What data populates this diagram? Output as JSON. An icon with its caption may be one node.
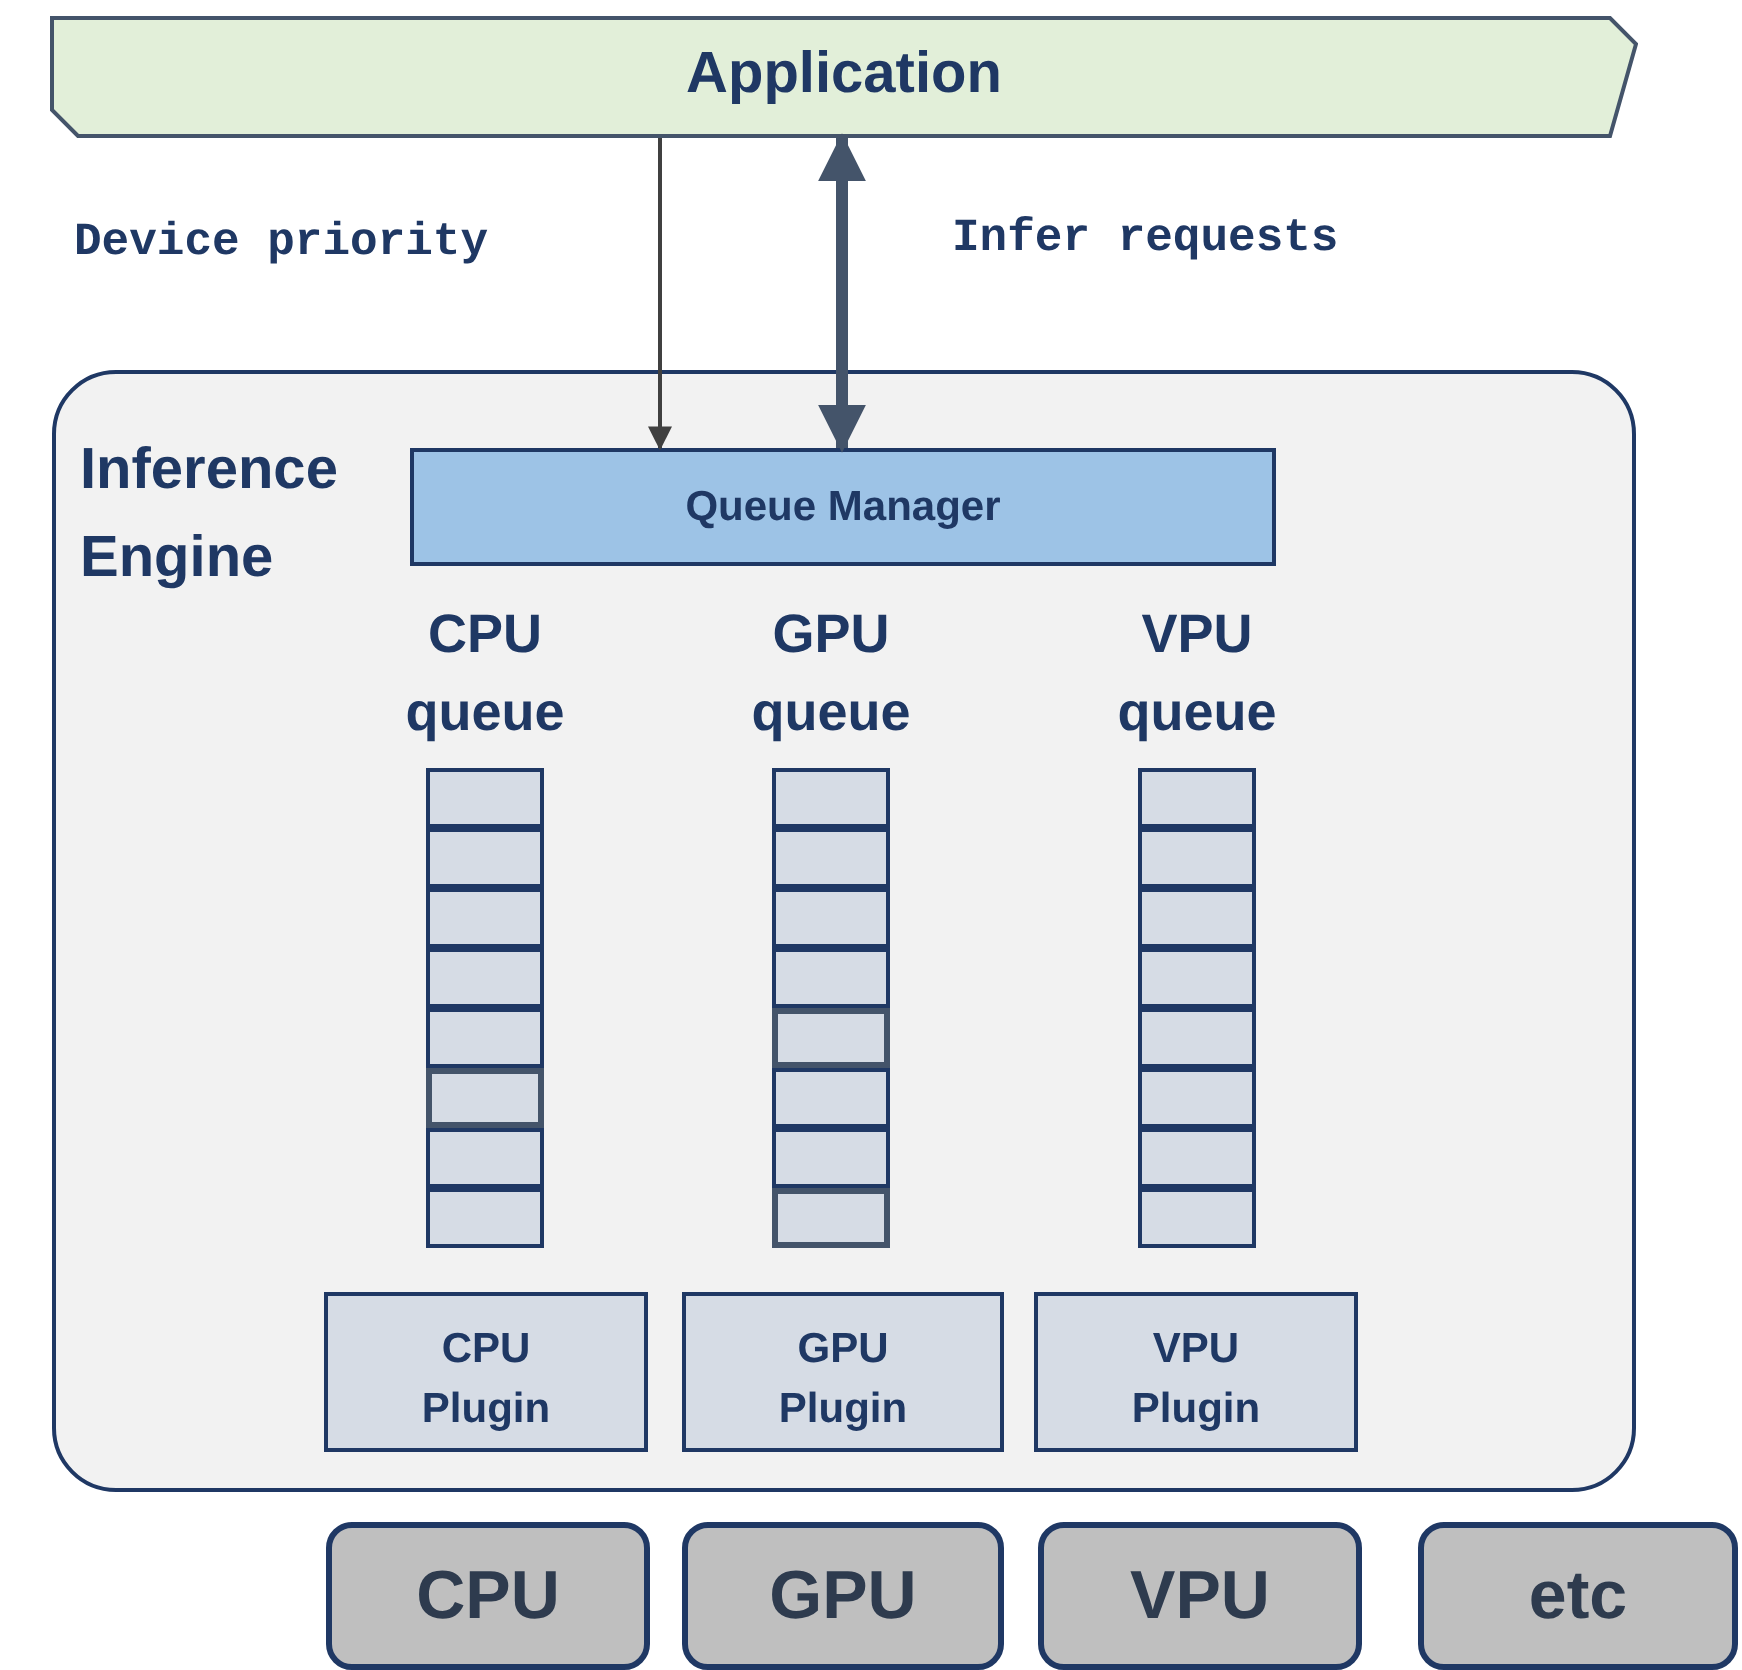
{
  "diagram": {
    "nodes": [
      {
        "text": [
          "Application"
        ]
      },
      {
        "text": [
          "Inference Engine"
        ]
      },
      {
        "text": [
          "Queue Manager"
        ],
        "in": 1
      },
      {
        "text": [
          "CPU queue"
        ],
        "in": 1
      },
      {
        "text": [
          "GPU queue"
        ],
        "in": 1
      },
      {
        "text": [
          "VPU queue"
        ],
        "in": 1
      },
      {
        "text": [
          "CPU Plugin"
        ],
        "in": 1
      },
      {
        "text": [
          "GPU Plugin"
        ],
        "in": 1
      },
      {
        "text": [
          "VPU Plugin"
        ],
        "in": 1
      },
      {
        "text": [
          "CPU"
        ]
      },
      {
        "text": [
          "GPU"
        ]
      },
      {
        "text": [
          "VPU"
        ]
      },
      {
        "text": [
          "etc"
        ]
      }
    ],
    "edges": [
      {
        "from": 0,
        "to": 2,
        "arrow": "to"
      },
      {
        "from": 0,
        "to": 2,
        "arrow": "both",
        "style": "thick"
      }
    ],
    "labels": [
      "Device priority",
      "Infer requests"
    ]
  }
}
